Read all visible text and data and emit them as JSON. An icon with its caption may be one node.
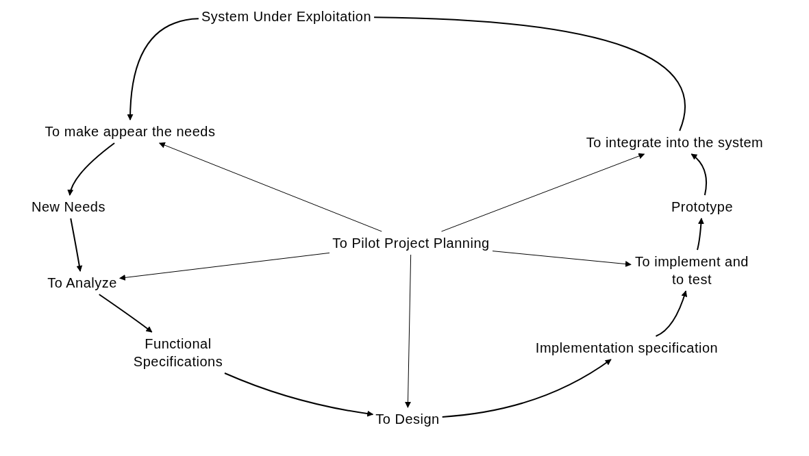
{
  "diagram": {
    "nodes": [
      {
        "text": [
          "System Under Exploitation"
        ]
      },
      {
        "text": [
          "To make appear the needs"
        ]
      },
      {
        "text": [
          "To integrate into the system"
        ]
      },
      {
        "text": [
          "New Needs"
        ]
      },
      {
        "text": [
          "To Pilot Project Planning"
        ]
      },
      {
        "text": [
          "Prototype"
        ]
      },
      {
        "text": [
          "To Analyze"
        ]
      },
      {
        "text": [
          "To implement and to test"
        ]
      },
      {
        "text": [
          "Functional Specifications"
        ]
      },
      {
        "text": [
          "Implementation specification"
        ]
      },
      {
        "text": [
          "To Design"
        ]
      }
    ],
    "edges": [
      {
        "from": 2,
        "to": 0,
        "arrow": "none"
      },
      {
        "from": 0,
        "to": 1,
        "arrow": "to"
      },
      {
        "from": 1,
        "to": 3,
        "arrow": "to"
      },
      {
        "from": 3,
        "to": 6,
        "arrow": "to"
      },
      {
        "from": 6,
        "to": 8,
        "arrow": "to"
      },
      {
        "from": 8,
        "to": 10,
        "arrow": "to"
      },
      {
        "from": 10,
        "to": 9,
        "arrow": "to"
      },
      {
        "from": 9,
        "to": 7,
        "arrow": "to"
      },
      {
        "from": 7,
        "to": 5,
        "arrow": "to"
      },
      {
        "from": 5,
        "to": 2,
        "arrow": "to"
      },
      {
        "from": 4,
        "to": 1,
        "arrow": "to"
      },
      {
        "from": 4,
        "to": 2,
        "arrow": "to"
      },
      {
        "from": 4,
        "to": 6,
        "arrow": "to"
      },
      {
        "from": 4,
        "to": 7,
        "arrow": "to"
      },
      {
        "from": 4,
        "to": 10,
        "arrow": "to"
      }
    ]
  }
}
